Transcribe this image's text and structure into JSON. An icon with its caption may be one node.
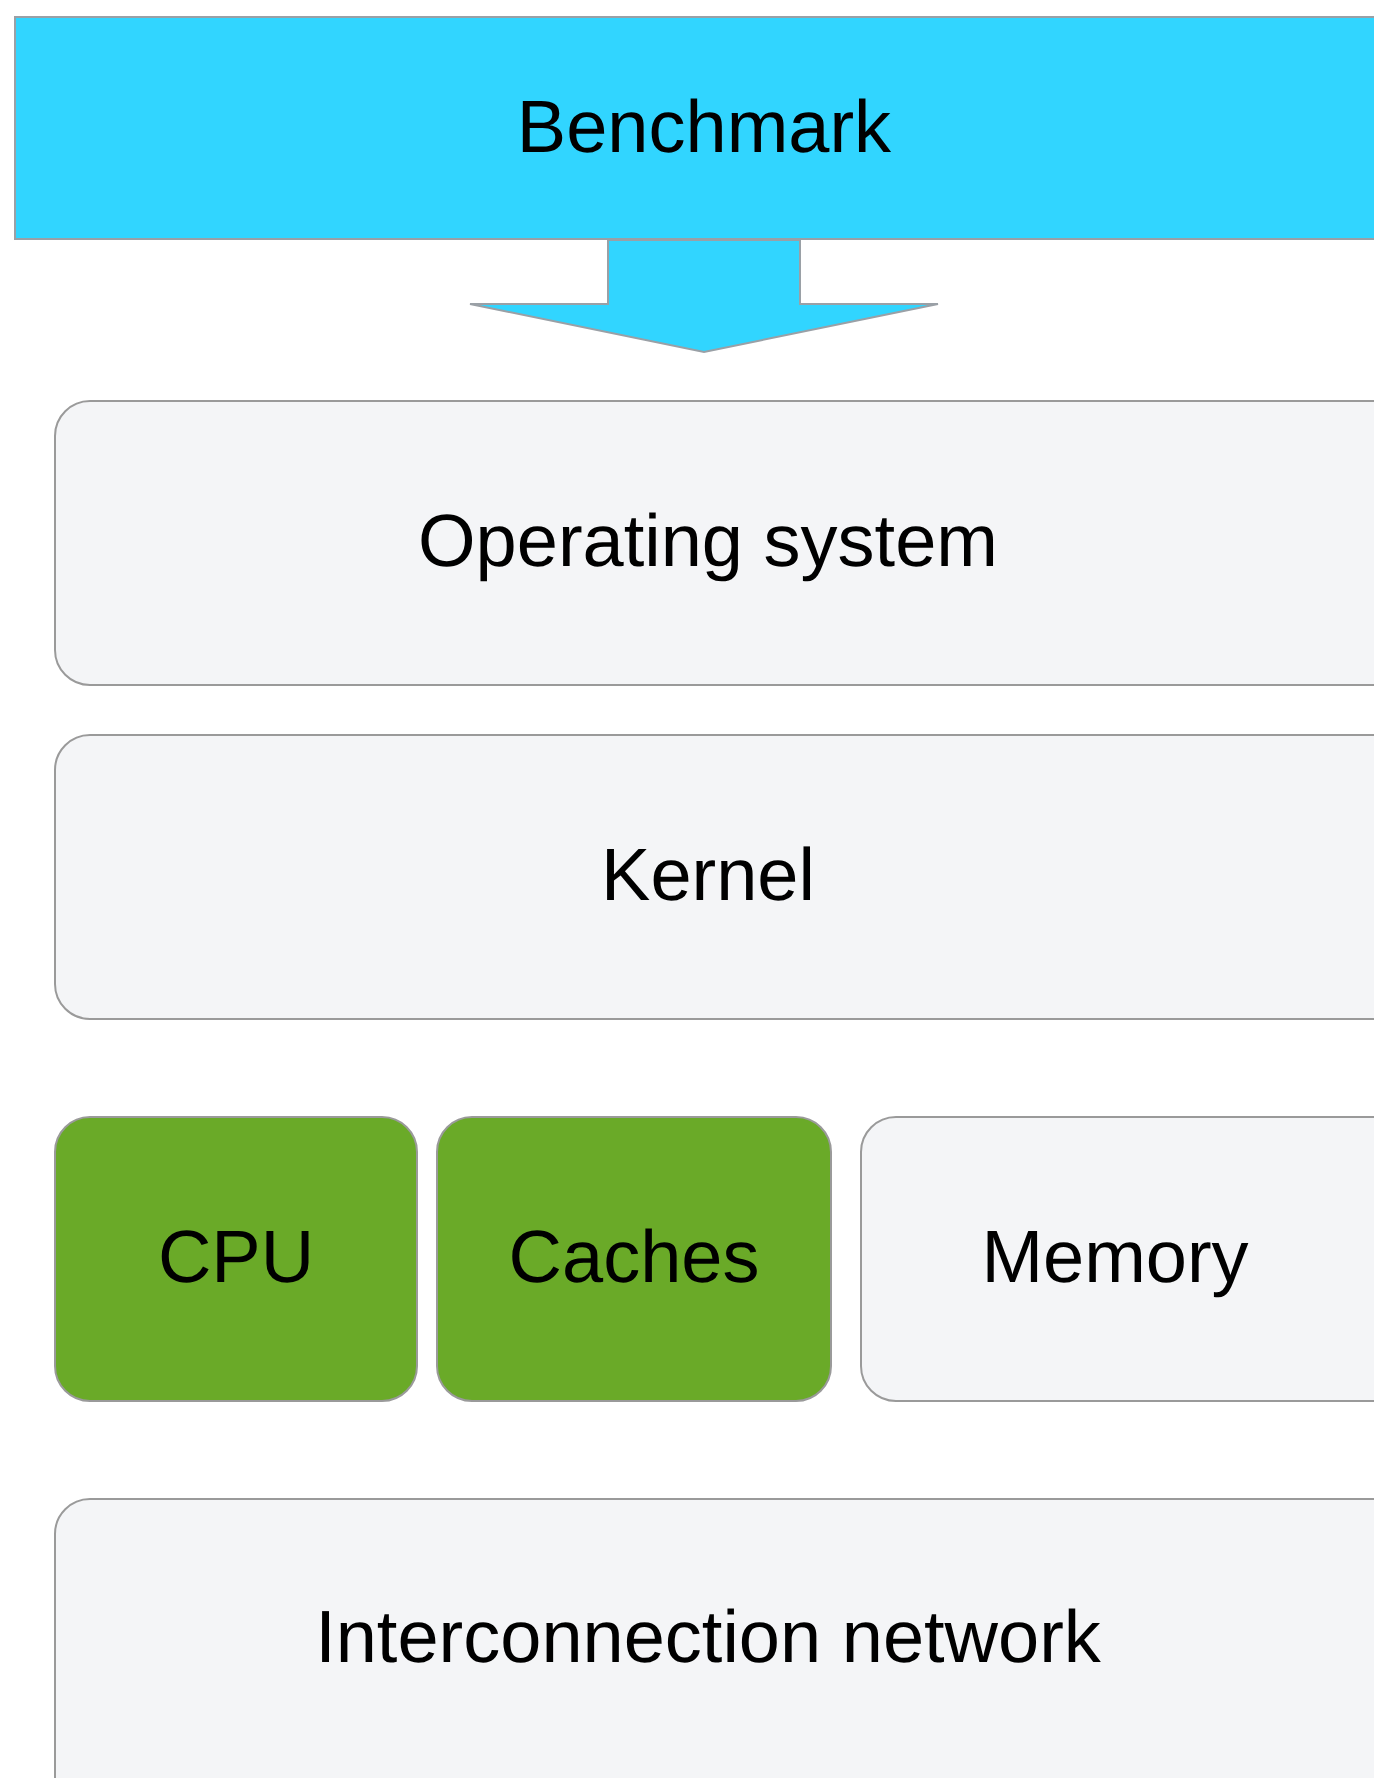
{
  "diagram": {
    "nodes": [
      {
        "text": [
          "Benchmark"
        ]
      },
      {
        "text": [
          "Operating system"
        ]
      },
      {
        "text": [
          "Kernel"
        ]
      },
      {
        "text": [
          "CPU"
        ]
      },
      {
        "text": [
          "Caches"
        ]
      },
      {
        "text": [
          "Memory"
        ]
      },
      {
        "text": [
          "Interconnection network"
        ]
      }
    ],
    "edges": [
      {
        "from": 0,
        "to": 1,
        "arrow": "to",
        "style": "thick"
      }
    ]
  }
}
